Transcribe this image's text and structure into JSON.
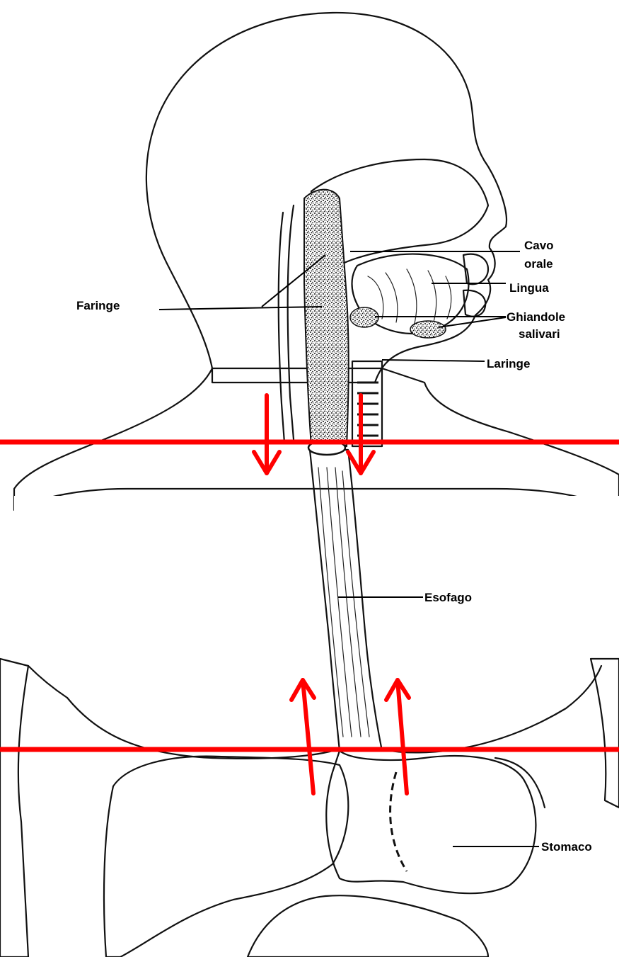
{
  "labels": {
    "cavo_orale_1": "Cavo",
    "cavo_orale_2": "orale",
    "lingua": "Lingua",
    "ghiandole_1": "Ghiandole",
    "ghiandole_2": "salivari",
    "laringe": "Laringe",
    "faringe": "Faringe",
    "esofago": "Esofago",
    "stomaco": "Stomaco"
  },
  "markers": {
    "color": "#ff0000",
    "upper_arrows_direction": "down",
    "lower_arrows_direction": "up",
    "horizontal_lines": 2
  },
  "icons": {
    "arrow": "red-arrow-icon"
  }
}
